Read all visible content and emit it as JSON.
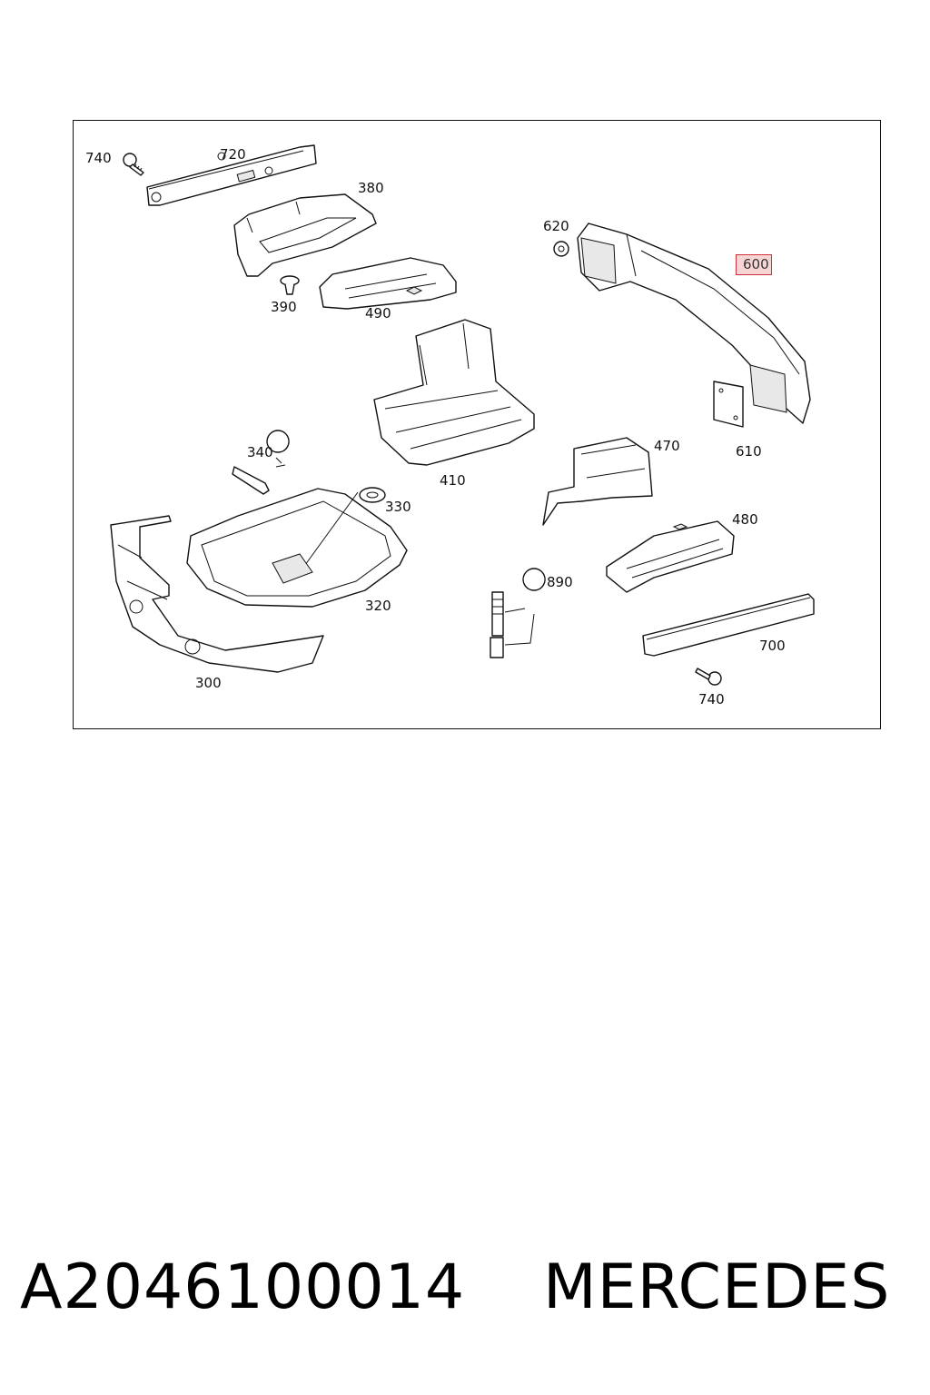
{
  "diagram": {
    "callouts": [
      {
        "id": "740a",
        "text": "740"
      },
      {
        "id": "720",
        "text": "720"
      },
      {
        "id": "380",
        "text": "380"
      },
      {
        "id": "390",
        "text": "390"
      },
      {
        "id": "490",
        "text": "490"
      },
      {
        "id": "620",
        "text": "620"
      },
      {
        "id": "600",
        "text": "600",
        "highlighted": true
      },
      {
        "id": "610",
        "text": "610"
      },
      {
        "id": "410",
        "text": "410"
      },
      {
        "id": "470",
        "text": "470"
      },
      {
        "id": "340",
        "text": "340"
      },
      {
        "id": "330",
        "text": "330"
      },
      {
        "id": "320",
        "text": "320"
      },
      {
        "id": "480",
        "text": "480"
      },
      {
        "id": "890",
        "text": "890"
      },
      {
        "id": "300",
        "text": "300"
      },
      {
        "id": "700",
        "text": "700"
      },
      {
        "id": "740b",
        "text": "740"
      }
    ],
    "highlight_color": "#d0303a"
  },
  "footer": {
    "part_number": "A2046100014",
    "brand": "MERCEDES"
  }
}
